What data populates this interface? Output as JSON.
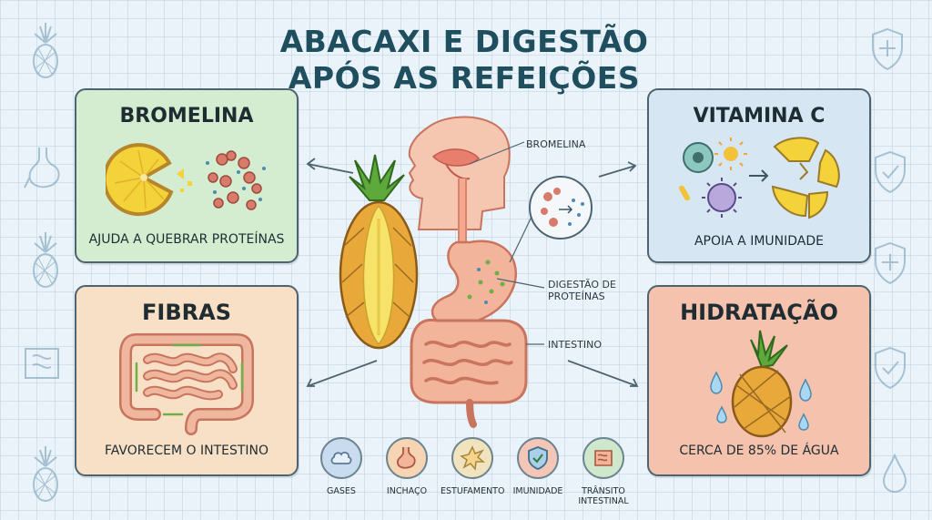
{
  "title": {
    "line1": "ABACAXI E DIGESTÃO",
    "line2": "APÓS AS REFEIÇÕES"
  },
  "cards": {
    "bromelina": {
      "title": "BROMELINA",
      "caption": "AJUDA A QUEBRAR PROTEÍNAS"
    },
    "fibras": {
      "title": "FIBRAS",
      "caption": "FAVORECEM O INTESTINO"
    },
    "vitamina": {
      "title": "VITAMINA C",
      "caption": "APOIA A IMUNIDADE"
    },
    "hidratacao": {
      "title": "HIDRATAÇÃO",
      "caption": "CERCA DE 85% DE ÁGUA"
    }
  },
  "diagram": {
    "bromelina_label": "BROMELINA",
    "digestao_label_1": "DIGESTÃO DE",
    "digestao_label_2": "PROTEÍNAS",
    "intestino_label": "INTESTINO"
  },
  "icons": [
    {
      "label": "GASES",
      "color": "#c9dcef",
      "icon": "cloud-icon"
    },
    {
      "label": "INCHAÇO",
      "color": "#f6d4b4",
      "icon": "stomach-icon"
    },
    {
      "label": "ESTUFAMENTO",
      "color": "#f1e3bd",
      "icon": "burst-icon"
    },
    {
      "label": "IMUNIDADE",
      "color": "#f4c6b8",
      "icon": "shield-icon"
    },
    {
      "label": "TRÂNSITO",
      "label2": "INTESTINAL",
      "color": "#cfe8cc",
      "icon": "intestine-icon"
    }
  ],
  "colors": {
    "bromelina_card": "#d4eccf",
    "fibras_card": "#f7e0c6",
    "vitamina_card": "#d6e6f3",
    "hidratacao_card": "#f5c2ad",
    "title": "#1f4f5e"
  }
}
